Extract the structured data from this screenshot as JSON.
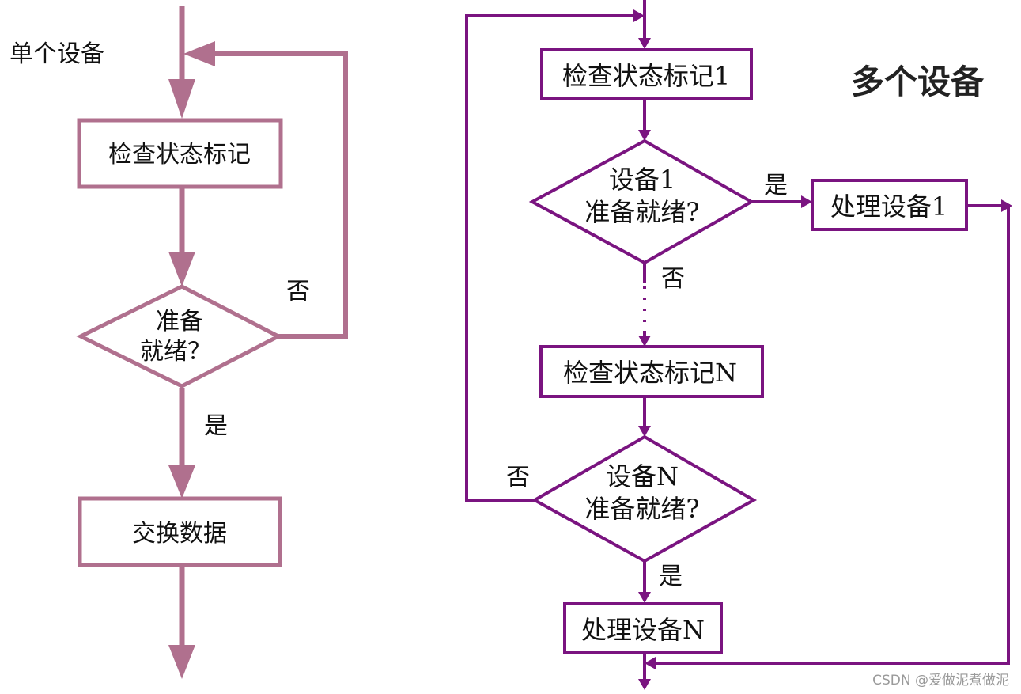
{
  "left": {
    "title": "单个设备",
    "check_box": "检查状态标记",
    "decision_line1": "准备",
    "decision_line2": "就绪？",
    "no_label": "否",
    "yes_label": "是",
    "exchange_box": "交换数据"
  },
  "right": {
    "title": "多个设备",
    "check1_box": "检查状态标记1",
    "dec1_line1": "设备1",
    "dec1_line2": "准备就绪?",
    "yes1_label": "是",
    "no1_label": "否",
    "process1_box": "处理设备1",
    "checkN_box": "检查状态标记N",
    "decN_line1": "设备N",
    "decN_line2": "准备就绪?",
    "noN_label": "否",
    "yesN_label": "是",
    "processN_box": "处理设备N"
  },
  "watermark": "CSDN @爱做泥煮做泥",
  "colors": {
    "left_line": "#b0708e",
    "right_line": "#7a1480"
  }
}
